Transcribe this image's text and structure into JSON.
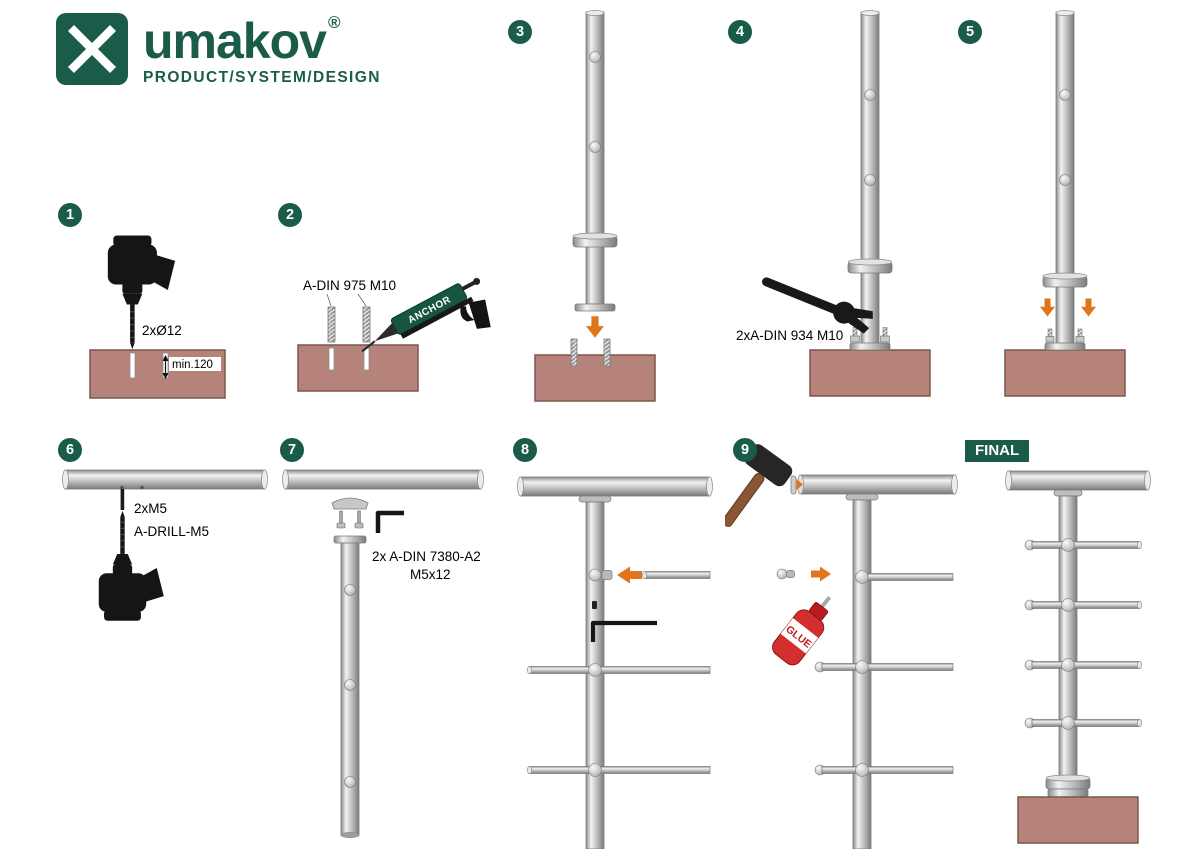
{
  "logo": {
    "brand": "umakov",
    "registered_mark": "®",
    "tagline": "PRODUCT/SYSTEM/DESIGN"
  },
  "steps": {
    "s1": {
      "number": "1",
      "hole_label": "2xØ12",
      "depth_label": "min.120"
    },
    "s2": {
      "number": "2",
      "rod_label": "A-DIN 975 M10",
      "anchor_gun_label": "ANCHOR"
    },
    "s3": {
      "number": "3"
    },
    "s4": {
      "number": "4",
      "nut_label": "2xA-DIN 934 M10"
    },
    "s5": {
      "number": "5"
    },
    "s6": {
      "number": "6",
      "screw_label": "2xM5",
      "drill_bit_label": "A-DRILL-M5"
    },
    "s7": {
      "number": "7",
      "bolt_label_line1": "2x A-DIN 7380-A2",
      "bolt_label_line2": "M5x12"
    },
    "s8": {
      "number": "8"
    },
    "s9": {
      "number": "9",
      "glue_label": "GLUE"
    },
    "final": {
      "label": "FINAL"
    }
  },
  "colors": {
    "brand_green": "#1a5b49",
    "base_brown": "#b5837a",
    "arrow_orange": "#e0761c",
    "glue_red": "#d32f2f",
    "steel_gray": "#c7c7c7",
    "tool_black": "#161616"
  }
}
